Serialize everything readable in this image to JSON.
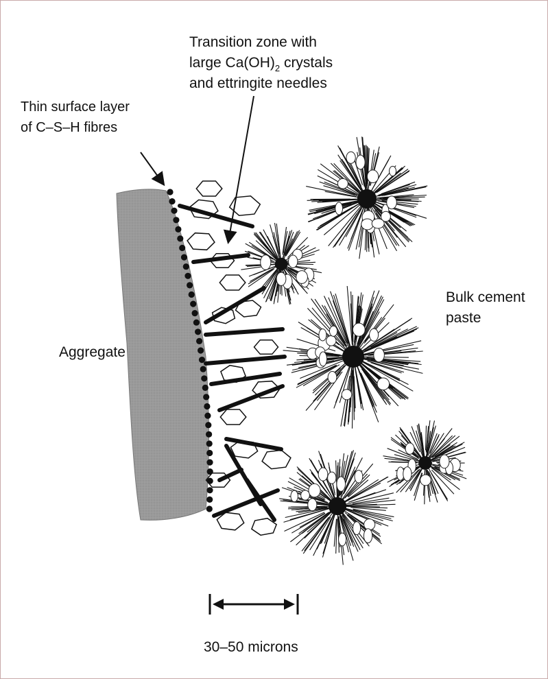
{
  "diagram": {
    "labels": {
      "transition_zone": {
        "line1": "Transition zone with",
        "line2_prefix": "large Ca(OH)",
        "line2_sub": "2",
        "line2_suffix": " crystals",
        "line3": "and ettringite needles"
      },
      "surface_layer": {
        "line1": "Thin surface layer",
        "line2": "of C–S–H fibres"
      },
      "aggregate": "Aggregate",
      "bulk_paste": {
        "line1": "Bulk cement",
        "line2": "paste"
      },
      "scale": "30–50 microns"
    },
    "colors": {
      "aggregate_fill": "#9a9a9a",
      "ink": "#111111",
      "frame": "#c9a9a9"
    }
  }
}
